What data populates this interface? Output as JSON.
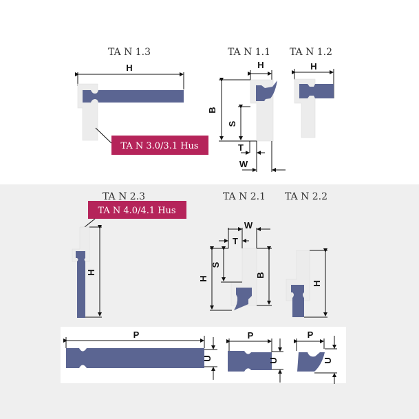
{
  "top": {
    "tan13": "TA N 1.3",
    "tan11": "TA N 1.1",
    "tan12": "TA N 1.2",
    "tag": "TA N 3.0/3.1 Hus"
  },
  "bottom": {
    "tan23": "TA N 2.3",
    "tan21": "TA N 2.1",
    "tan22": "TA N 2.2",
    "tag": "TA N 4.0/4.1 Hus"
  },
  "dims": {
    "H": "H",
    "B": "B",
    "S": "S",
    "T": "T",
    "W": "W",
    "P": "P",
    "U": "U"
  },
  "colors": {
    "blade": "#5b6592",
    "tag": "#b5245a",
    "housing": "#ececec",
    "bg": "#efefef"
  }
}
